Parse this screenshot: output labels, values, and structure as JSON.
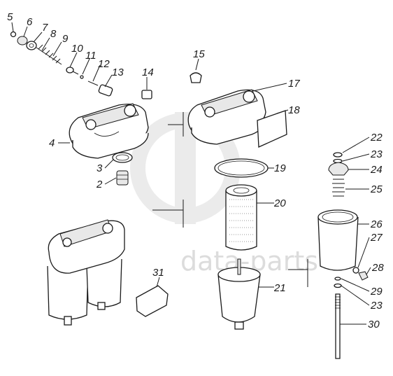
{
  "watermark": {
    "text": "data-parts"
  },
  "callouts": [
    "5",
    "6",
    "7",
    "8",
    "9",
    "10",
    "11",
    "12",
    "13",
    "14",
    "15",
    "17",
    "18",
    "4",
    "3",
    "2",
    "19",
    "20",
    "21",
    "22",
    "23",
    "24",
    "25",
    "26",
    "27",
    "28",
    "29",
    "23",
    "30",
    "31"
  ]
}
